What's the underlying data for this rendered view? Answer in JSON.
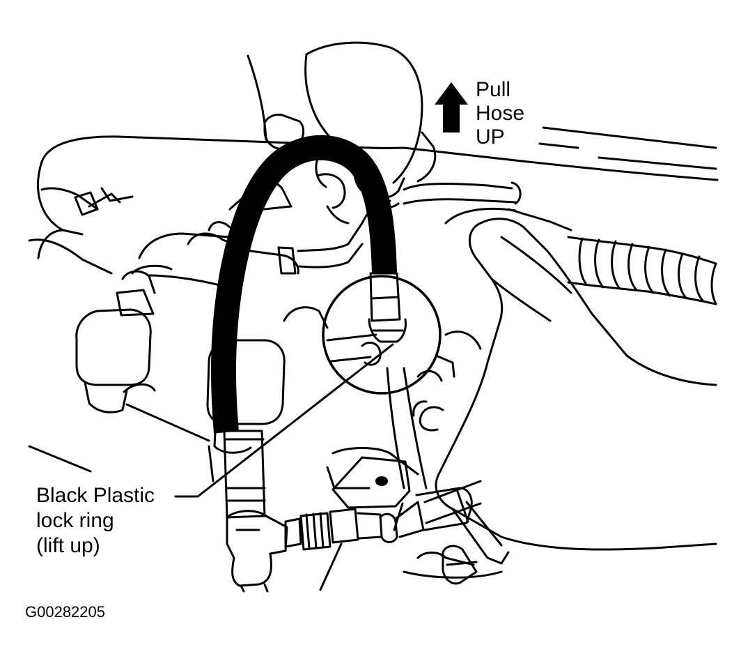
{
  "labels": {
    "pull_hose_up": {
      "line1": "Pull",
      "line2": "Hose",
      "line3": "UP"
    },
    "lock_ring": {
      "line1": "Black Plastic",
      "line2": "lock ring",
      "line3": "(lift up)"
    },
    "figure_code": "G00282205"
  },
  "colors": {
    "ink": "#000000",
    "paper": "#ffffff"
  },
  "icons": {
    "up_arrow": "arrow-up-icon"
  }
}
